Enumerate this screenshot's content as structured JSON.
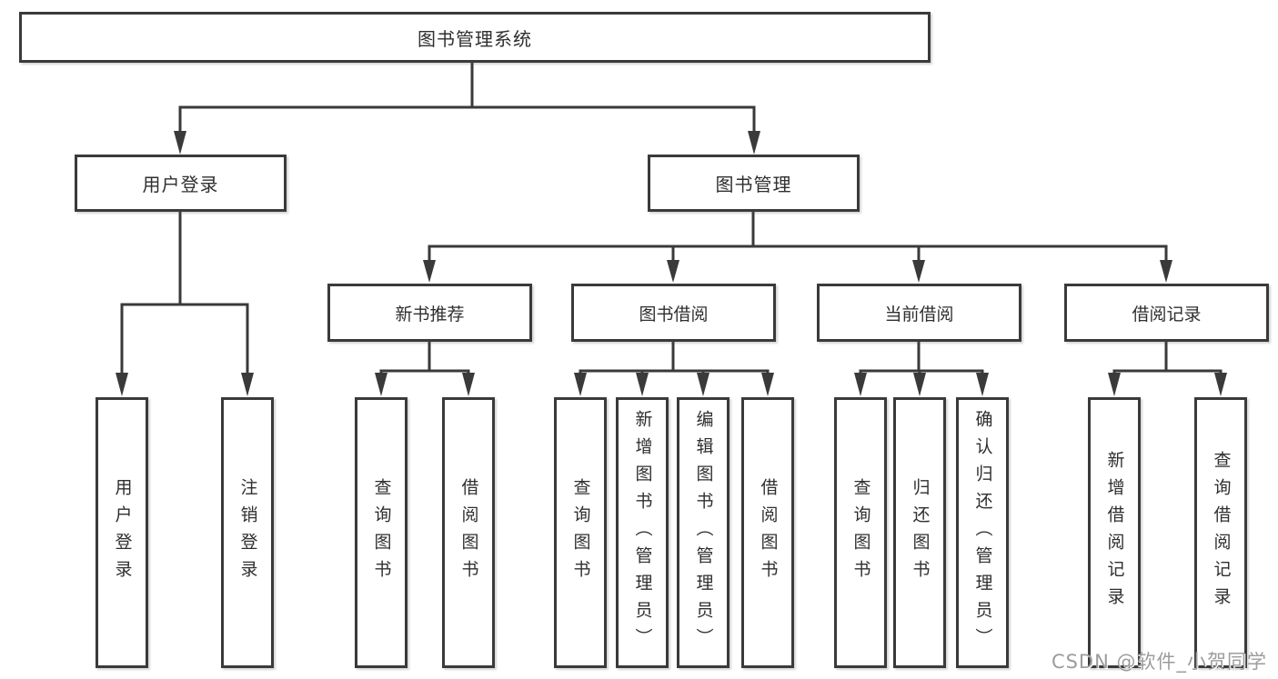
{
  "diagram_type": "hierarchy-tree",
  "colors": {
    "line": "#3a3a3a",
    "box_border": "#3a3a3a",
    "text": "#2f2f2f",
    "watermark": "#9c9c9c",
    "background": "#ffffff"
  },
  "nodes": {
    "root": {
      "label": "图书管理系统"
    },
    "level2": [
      {
        "label": "用户登录"
      },
      {
        "label": "图书管理"
      }
    ],
    "level3": [
      {
        "label": "新书推荐",
        "parent": "图书管理"
      },
      {
        "label": "图书借阅",
        "parent": "图书管理"
      },
      {
        "label": "当前借阅",
        "parent": "图书管理"
      },
      {
        "label": "借阅记录",
        "parent": "图书管理"
      }
    ],
    "leaves": [
      {
        "label": "用户登录",
        "parent": "用户登录"
      },
      {
        "label": "注销登录",
        "parent": "用户登录"
      },
      {
        "label": "查询图书",
        "parent": "新书推荐"
      },
      {
        "label": "借阅图书",
        "parent": "新书推荐"
      },
      {
        "label": "查询图书",
        "parent": "图书借阅"
      },
      {
        "label": "新增图书（管理员）",
        "parent": "图书借阅"
      },
      {
        "label": "编辑图书（管理员）",
        "parent": "图书借阅"
      },
      {
        "label": "借阅图书",
        "parent": "图书借阅"
      },
      {
        "label": "查询图书",
        "parent": "当前借阅"
      },
      {
        "label": "归还图书",
        "parent": "当前借阅"
      },
      {
        "label": "确认归还（管理员）",
        "parent": "当前借阅"
      },
      {
        "label": "新增借阅记录",
        "parent": "借阅记录"
      },
      {
        "label": "查询借阅记录",
        "parent": "借阅记录"
      }
    ]
  },
  "watermark": {
    "text": "CSDN @软件_小贺同学"
  }
}
